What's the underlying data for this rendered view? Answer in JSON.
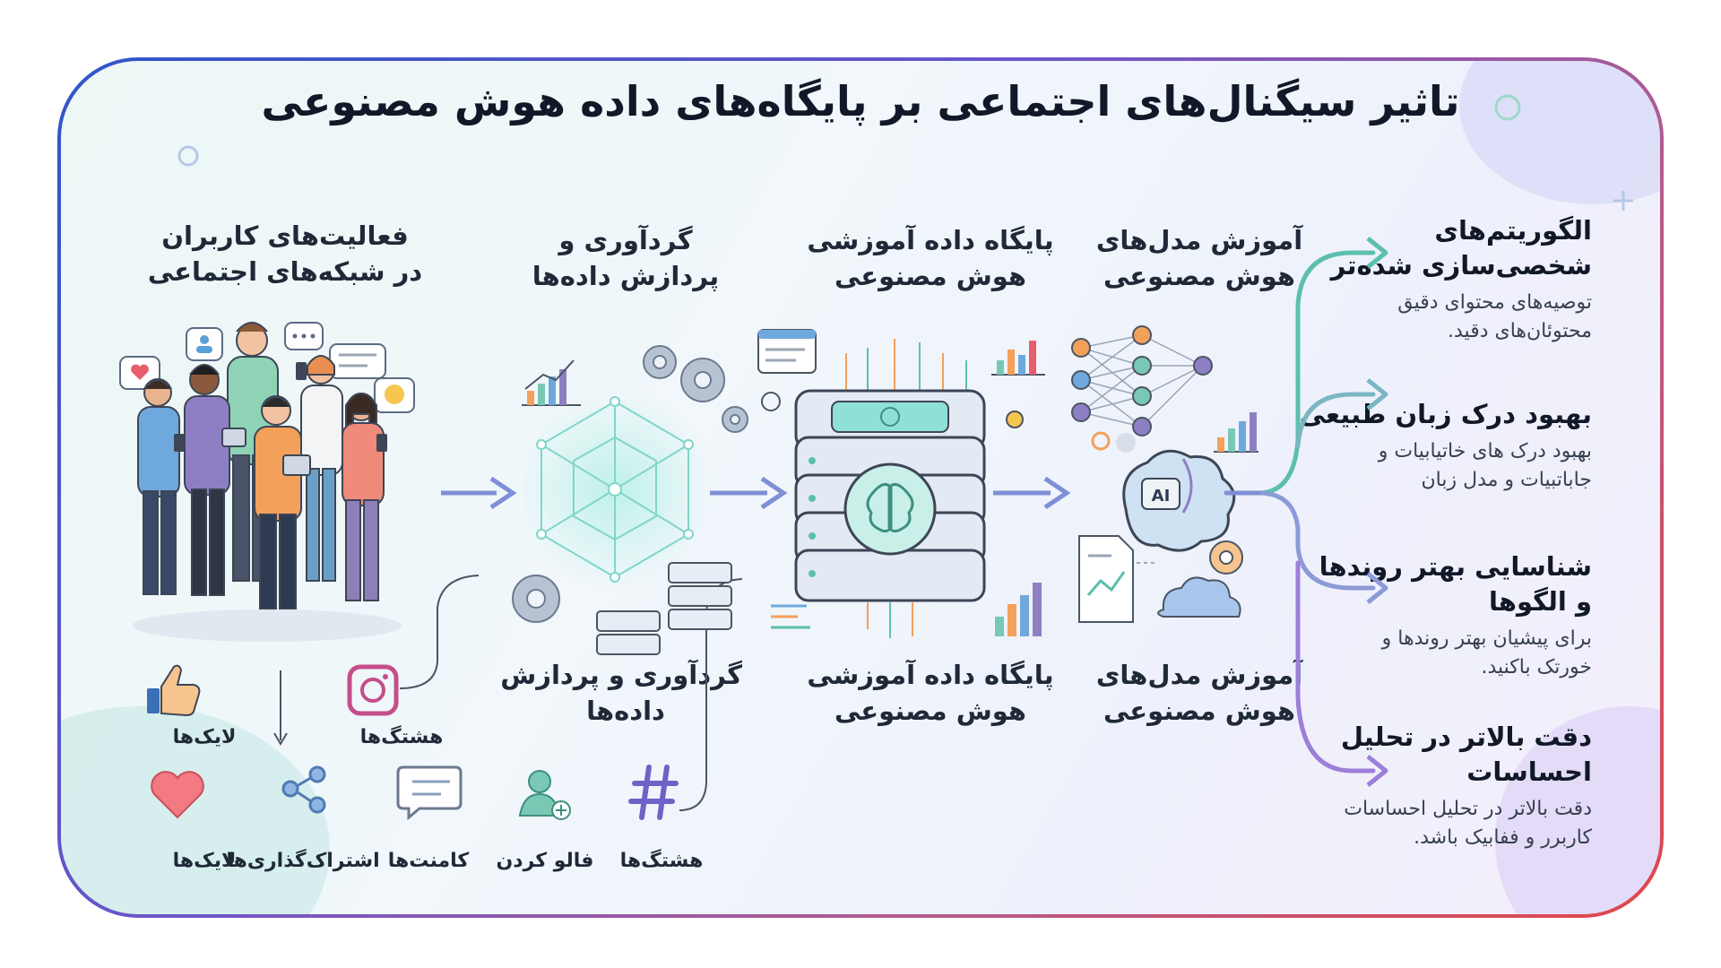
{
  "title": "تاثیر سیگنال‌های اجتماعی بر پایگاه‌های داده هوش مصنوعی",
  "stages": {
    "social": {
      "line1": "فعالیت‌های کاربران",
      "line2": "در شبکه‌های اجتماعی"
    },
    "collect": {
      "line1": "گردآوری و",
      "line2": "پردازش داده‌ها"
    },
    "database": {
      "line1": "پایگاه داده آموزشی",
      "line2": "هوش مصنوعی"
    },
    "training": {
      "line1": "آموزش مدل‌های",
      "line2": "هوش مصنوعی"
    }
  },
  "lower_labels": {
    "collect": {
      "line1": "گردآوری و پردازش",
      "line2": "داده‌ها"
    },
    "database": {
      "line1": "پایگاه داده آموزشی",
      "line2": "هوش مصنوعی"
    },
    "training": {
      "line1": "آموزش مدل‌های",
      "line2": "هوش مصنوعی"
    }
  },
  "signals": {
    "likes_top": "لایک‌ها",
    "hashtags_top": "هشتگ‌ها",
    "likes": "لایک‌ها",
    "shares": "اشتراک‌گذاری‌ها",
    "comments": "کامنت‌ها",
    "follow": "فالو کردن",
    "hashtags": "هشتگ‌ها"
  },
  "outcomes": [
    {
      "title1": "الگوریتم‌های",
      "title2": "شخصی‌سازی شده‌تر",
      "desc1": "توصیه‌های محتوای دقیق",
      "desc2": "محتوئان‌های دقید."
    },
    {
      "title1": "بهبود درک زبان طبیعی",
      "title2": "",
      "desc1": "بهبود درک های خاتیابیات و",
      "desc2": "جاباتبیات و مدل زبان"
    },
    {
      "title1": "شناسایی بهتر روندها",
      "title2": "و الگوها",
      "desc1": "برای پیشیان بهتر روندها و",
      "desc2": "خورتک باکنید."
    },
    {
      "title1": "دقت بالاتر در تحلیل",
      "title2": "احساسات",
      "desc1": "دقت بالاتر در تحلیل احساسات",
      "desc2": "کاربرر و ففابیک باشد."
    }
  ],
  "ai_chip_label": "AI",
  "colors": {
    "accent_teal": "#5cbfae",
    "accent_purple": "#9b7fd9",
    "arrow_blue": "#7e8fd6",
    "border_start": "#2f56c9",
    "border_end": "#e0474a"
  }
}
